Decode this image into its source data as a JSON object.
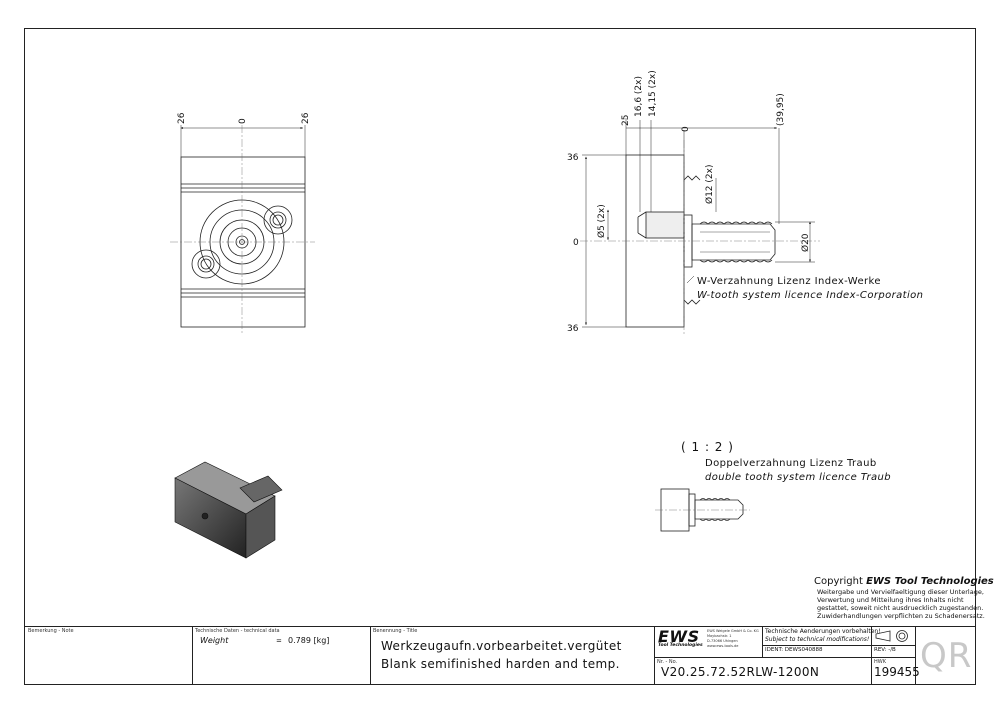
{
  "views": {
    "front_dims": {
      "left": "26",
      "center": "0",
      "right": "26"
    },
    "side_dims": {
      "d25": "25",
      "d16_6": "16,6 (2x)",
      "d14_15": "14,15 (2x)",
      "d0": "0",
      "d39_95": "(39,95)",
      "v36_top": "36",
      "v0": "0",
      "v36_bottom": "36",
      "dia5": "Ø5 (2x)",
      "dia12": "Ø12 (2x)",
      "dia20": "Ø20"
    },
    "notes": {
      "w_de": "W-Verzahnung Lizenz Index-Werke",
      "w_en": "W-tooth system licence Index-Corporation",
      "scale": "( 1 : 2 )",
      "dt_de": "Doppelverzahnung Lizenz Traub",
      "dt_en": "double tooth system licence Traub"
    }
  },
  "copyright": {
    "prefix": "Copyright",
    "brand": "EWS Tool Technologies",
    "lines": [
      "Weitergabe und Vervielfaeltigung dieser Unterlage,",
      "Verwertung und Mitteilung ihres Inhalts nicht",
      "gestattet, soweit nicht ausdruecklich zugestanden.",
      "Zuwiderhandlungen verpflichten zu Schadenersatz."
    ]
  },
  "title_block": {
    "note_label": "Bemerkung - Note",
    "tech_label": "Technische Daten - technical data",
    "weight_label": "Weight",
    "weight_eq": "=",
    "weight_value": "0.789 [kg]",
    "title_label": "Benennung - Title",
    "title_de": "Werkzeugaufn.vorbearbeitet.vergütet",
    "title_en": "Blank semifinished harden and temp.",
    "logo_text": "EWS",
    "logo_sub": "Tool Technologies",
    "company_lines": [
      "EWS Weigele GmbH & Co. KG",
      "Maybachstr. 1",
      "D-73066 Uhingen",
      "www.ews-tools.de"
    ],
    "changes_de": "Technische Aenderungen vorbehalten!",
    "changes_en": "Subject to technical modifications!",
    "ident": "IDENT:  DEWS040888",
    "rev": "REV:  -/B",
    "nr_label": "Nr. - No.",
    "part_number": "V20.25.72.52RLW-1200N",
    "hwk_label": "HWK",
    "hwk_number": "199455",
    "qr": "QR"
  }
}
